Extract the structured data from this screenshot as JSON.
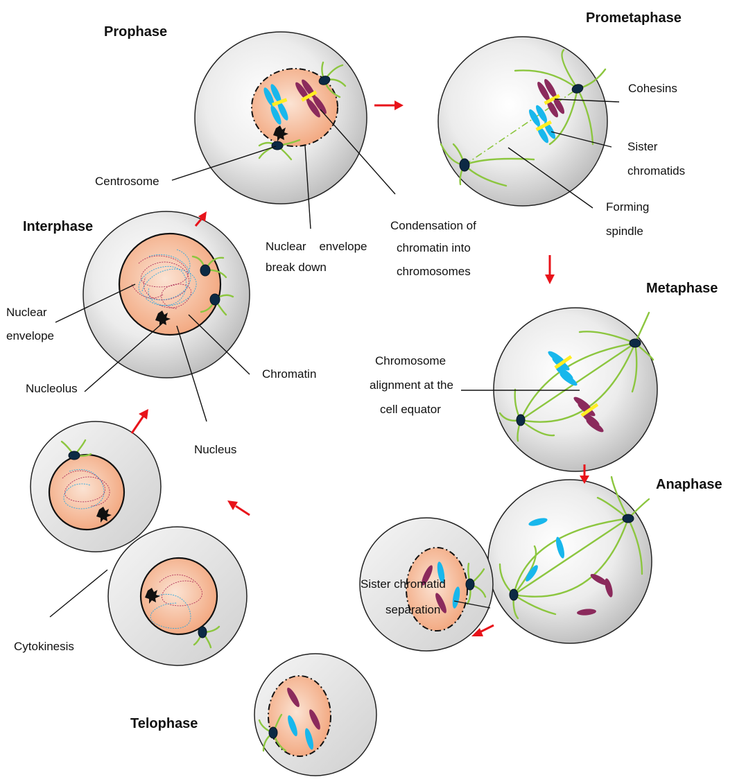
{
  "phases": {
    "prophase": "Prophase",
    "prometaphase": "Prometaphase",
    "interphase": "Interphase",
    "metaphase": "Metaphase",
    "anaphase": "Anaphase",
    "telophase": "Telophase"
  },
  "labels": {
    "centrosome": "Centrosome",
    "nuclear_envelope_break_1": "Nuclear    envelope",
    "nuclear_envelope_break_2": "break down",
    "condensation_1": "Condensation of",
    "condensation_2": "chromatin into",
    "condensation_3": "chromosomes",
    "cohesins": "Cohesins",
    "sister_1": "Sister",
    "sister_2": "chromatids",
    "forming_1": "Forming",
    "forming_2": "spindle",
    "nuclear_envelope_1": "Nuclear",
    "nuclear_envelope_2": "envelope",
    "nucleolus": "Nucleolus",
    "chromatin": "Chromatin",
    "nucleus": "Nucleus",
    "alignment_1": "Chromosome",
    "alignment_2": "alignment at the",
    "alignment_3": "cell equator",
    "separation_1": "Sister chromatid",
    "separation_2": "separation",
    "cytokinesis": "Cytokinesis"
  },
  "colors": {
    "arrow": "#e8131a",
    "spindle": "#8cc63f",
    "chromatid_blue": "#18b7ec",
    "chromatid_purple": "#8b2a5c",
    "cohesin": "#ffee22",
    "centrosome": "#0c2a44",
    "nucleus_fill": "#f6b590"
  }
}
